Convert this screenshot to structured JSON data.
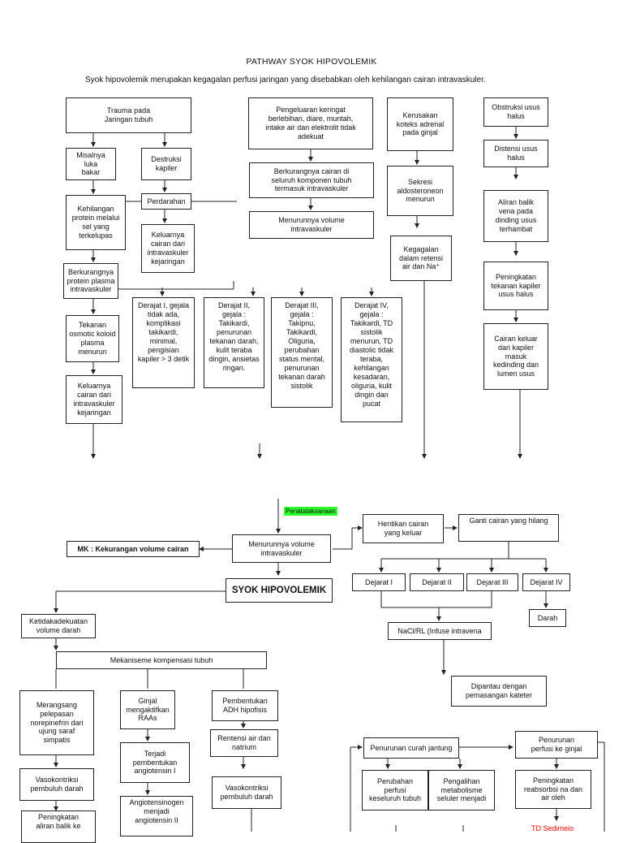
{
  "title": "PATHWAY SYOK HIPOVOLEMIK",
  "subtitle": "Syok hipovolemik merupakan kegagalan perfusi jaringan yang disebabkan oleh kehilangan cairan intravaskuler.",
  "top": {
    "trauma": "Trauma pada\nJaringan tubuh",
    "luka": "Misalnya luka\nbakar",
    "destruksi": "Destruksi\nkapiler",
    "kehilangan_protein": "Kehilangan\nprotein melalui\nsel yang\nterkelupas",
    "perdarahan": "Perdarahan",
    "keluarnya1": "Keluarnya\ncairan dari\nintravaskuler\nkejaringan",
    "berkurangnya_protein": "Berkurangnya\nprotein plasma\nintravaskuler",
    "tekanan_osmotic": "Tekanan\nosmotic koloid\nplasma\nmenurun",
    "keluarnya2": "Keluarnya\ncairan dari\nintravaskuler\nkejaringan",
    "pengeluaran": "Pengeluaran keringat\nberlebihan, diare, muntah,\nintake air dan elektrolit tidak\nadekuat",
    "berkurangnya_cairan": "Berkurangnya cairan di\nseluruh komponen tubuh\ntermasuk intravaskuler",
    "menurunnya_volume": "Menurunnya volume\nintravaskuler",
    "kerusakan": "Kerusakan\nkoteks adrenal\npada ginjal",
    "sekresi": "Sekresi\naldosteroneon\nmenurun",
    "kegagalan": "Kegagalan\ndalam retensi\nair dan Na⁺",
    "obstruksi": "Obstruksi usus\nhalus",
    "distensi": "Distensi usus\nhalus",
    "aliran_balik": "Aliran balik\nvena pada\ndinding usus\nterhambat",
    "peningkatan_tekanan": "Peningkatan\ntekanan kapiler\nusus halus",
    "cairan_keluar": "Cairan keluar\ndari kapiler\nmasuk\nkedinding dan\nlumen usus",
    "derajat1": "Derajat I, gejala\ntidak ada,\nkomplikasi\ntakikardi,\nminimal,\npengisian\nkapiler > 3 detik",
    "derajat2": "Derajat II,\ngejala :\nTakikardi,\npenurunan\ntekanan darah,\nkulit teraba\ndingin, ansietas\nringan.",
    "derajat3": "Derajat III,\ngejala :\nTakipnu,\nTakikardi,\nOliguria,\nperubahan\nstatus mental,\npenurunan\ntekanan darah\nsistolik",
    "derajat4": "Derajat IV,\ngejala :\nTakikardi, TD\nsistolik\nmenurun, TD\ndiastolic tidak\nteraba,\nkehilangan\nkesadaran,\noliguria, kulit\ndingin dan\npucat"
  },
  "bottom": {
    "penatalaksanaan": "Penatalaksanaan",
    "mk": "MK : Kekurangan volume cairan",
    "menurunnya_volume": "Menurunnya volume\nintravaskuler",
    "syok": "SYOK HIPOVOLEMIK",
    "hentikan": "Hentikan cairan\nyang keluar",
    "ganti": "Ganti cairan yang hilang",
    "dejarat1": "Dejarat I",
    "dejarat2": "Dejarat II",
    "dejarat3": "Dejarat III",
    "dejarat4": "Dejarat IV",
    "darah": "Darah",
    "nacl": "NaCl/RL (Infuse intravena",
    "dipantau": "Dipantau dengan\npemasangan kateter",
    "ketidakadekuatan": "Ketidakadekuatan\nvolume darah",
    "mekanisme": "Mekaniseme kompensasi tubuh",
    "merangsang": "Merangsang\npelepasan\nnorepinefrin dari\nujung saraf\nsimpatis",
    "ginjal": "Ginjal\nmengaktifkan\nRAAs",
    "pembentukan_adh": "Pembentukan\nADH hipofisis",
    "vasokontriksi1": "Vasokontriksi\npembuluh darah",
    "terjadi": "Terjadi\npembentukan\nangiotensin I",
    "retensi": "Rentensi air dan\nnatrium",
    "vasokontriksi2": "Vasokontriksi\npembuluh darah",
    "peningkatan_aliran": "Peningkatan\naliran balik ke",
    "angiotensinogen": "Angiotensinogen\nmenjadi\nangiotensin II",
    "penurunan_curah": "Penurunan curah jantung",
    "penurunan_perfusi": "Penurunan\nperfusi ke ginjal",
    "perubahan": "Perubahan\nperfusi\nkeseluruh tubuh",
    "pengalihan": "Pengalihan\nmetabolisme\nseluler menjadi",
    "peningkatan_reabsorbsi": "Peningkatan\nreabsorbsi na dan\nair oleh",
    "td_red": "TD Sedimeio"
  },
  "colors": {
    "highlight": "#2dff2d",
    "red_text": "#ee0000",
    "line": "#222222"
  }
}
